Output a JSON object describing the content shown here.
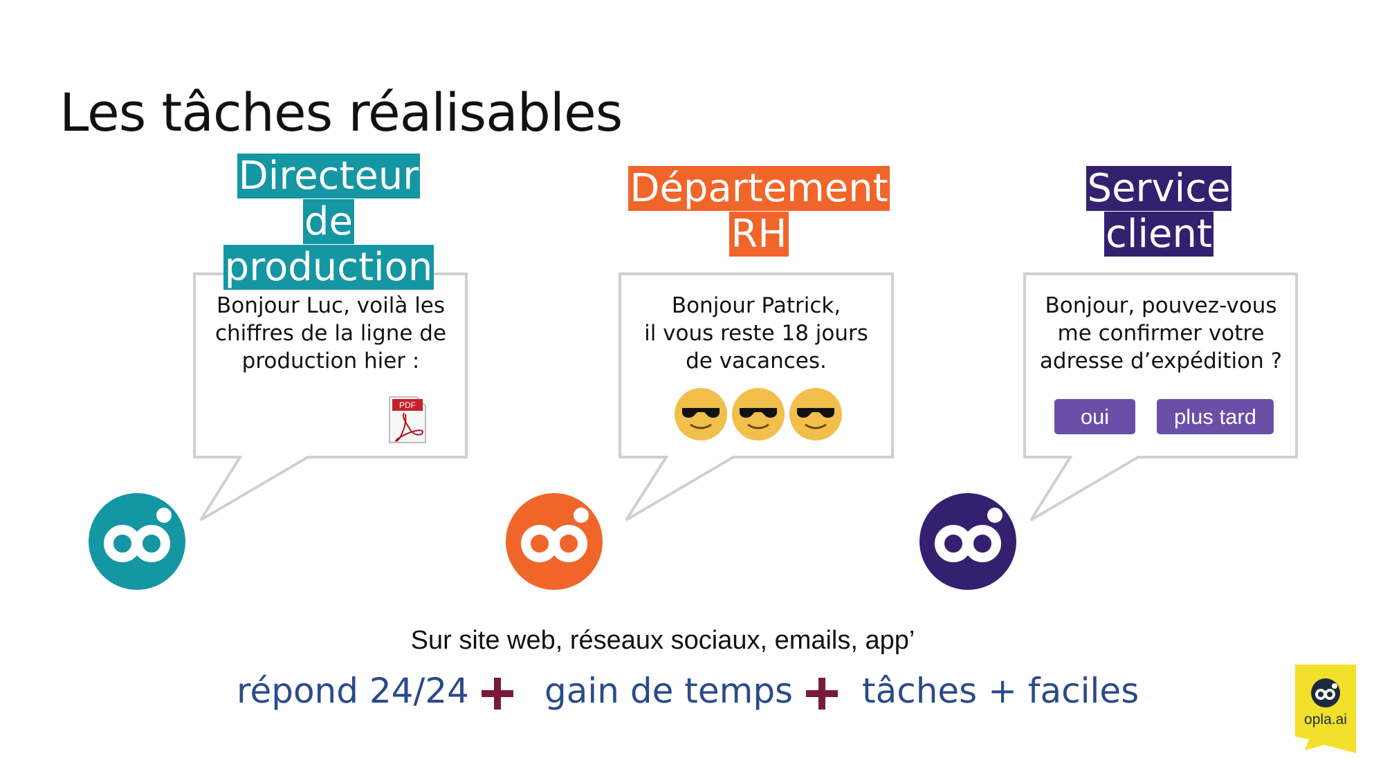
{
  "title": "Les tâches réalisables",
  "colors": {
    "teal": "#1596a3",
    "orange": "#f0652a",
    "purple": "#35206f",
    "button": "#6a4fa8",
    "benefit": "#2a4a8a",
    "plus": "#7a1a3a",
    "logo_bg": "#f2e02a"
  },
  "panels": [
    {
      "label_lines": [
        "Directeur de",
        "production"
      ],
      "message_lines": [
        "Bonjour Luc, voilà les",
        "chiffres de la ligne de",
        "production hier :"
      ],
      "attachment": "PDF"
    },
    {
      "label_lines": [
        "Département",
        "RH"
      ],
      "message_lines": [
        "Bonjour Patrick,",
        "il vous reste 18 jours",
        "de vacances."
      ],
      "emojis": [
        "sunglasses-emoji",
        "sunglasses-emoji",
        "sunglasses-emoji"
      ]
    },
    {
      "label_lines": [
        "Service",
        "client"
      ],
      "message_lines": [
        "Bonjour, pouvez-vous",
        "me confirmer votre",
        "adresse d’expédition ?"
      ],
      "buttons": [
        "oui",
        "plus tard"
      ]
    }
  ],
  "channels": "Sur site web, réseaux sociaux, emails, app’",
  "benefits": [
    "répond 24/24",
    "gain de temps",
    "tâches + faciles"
  ],
  "logo_text": "opla.ai"
}
